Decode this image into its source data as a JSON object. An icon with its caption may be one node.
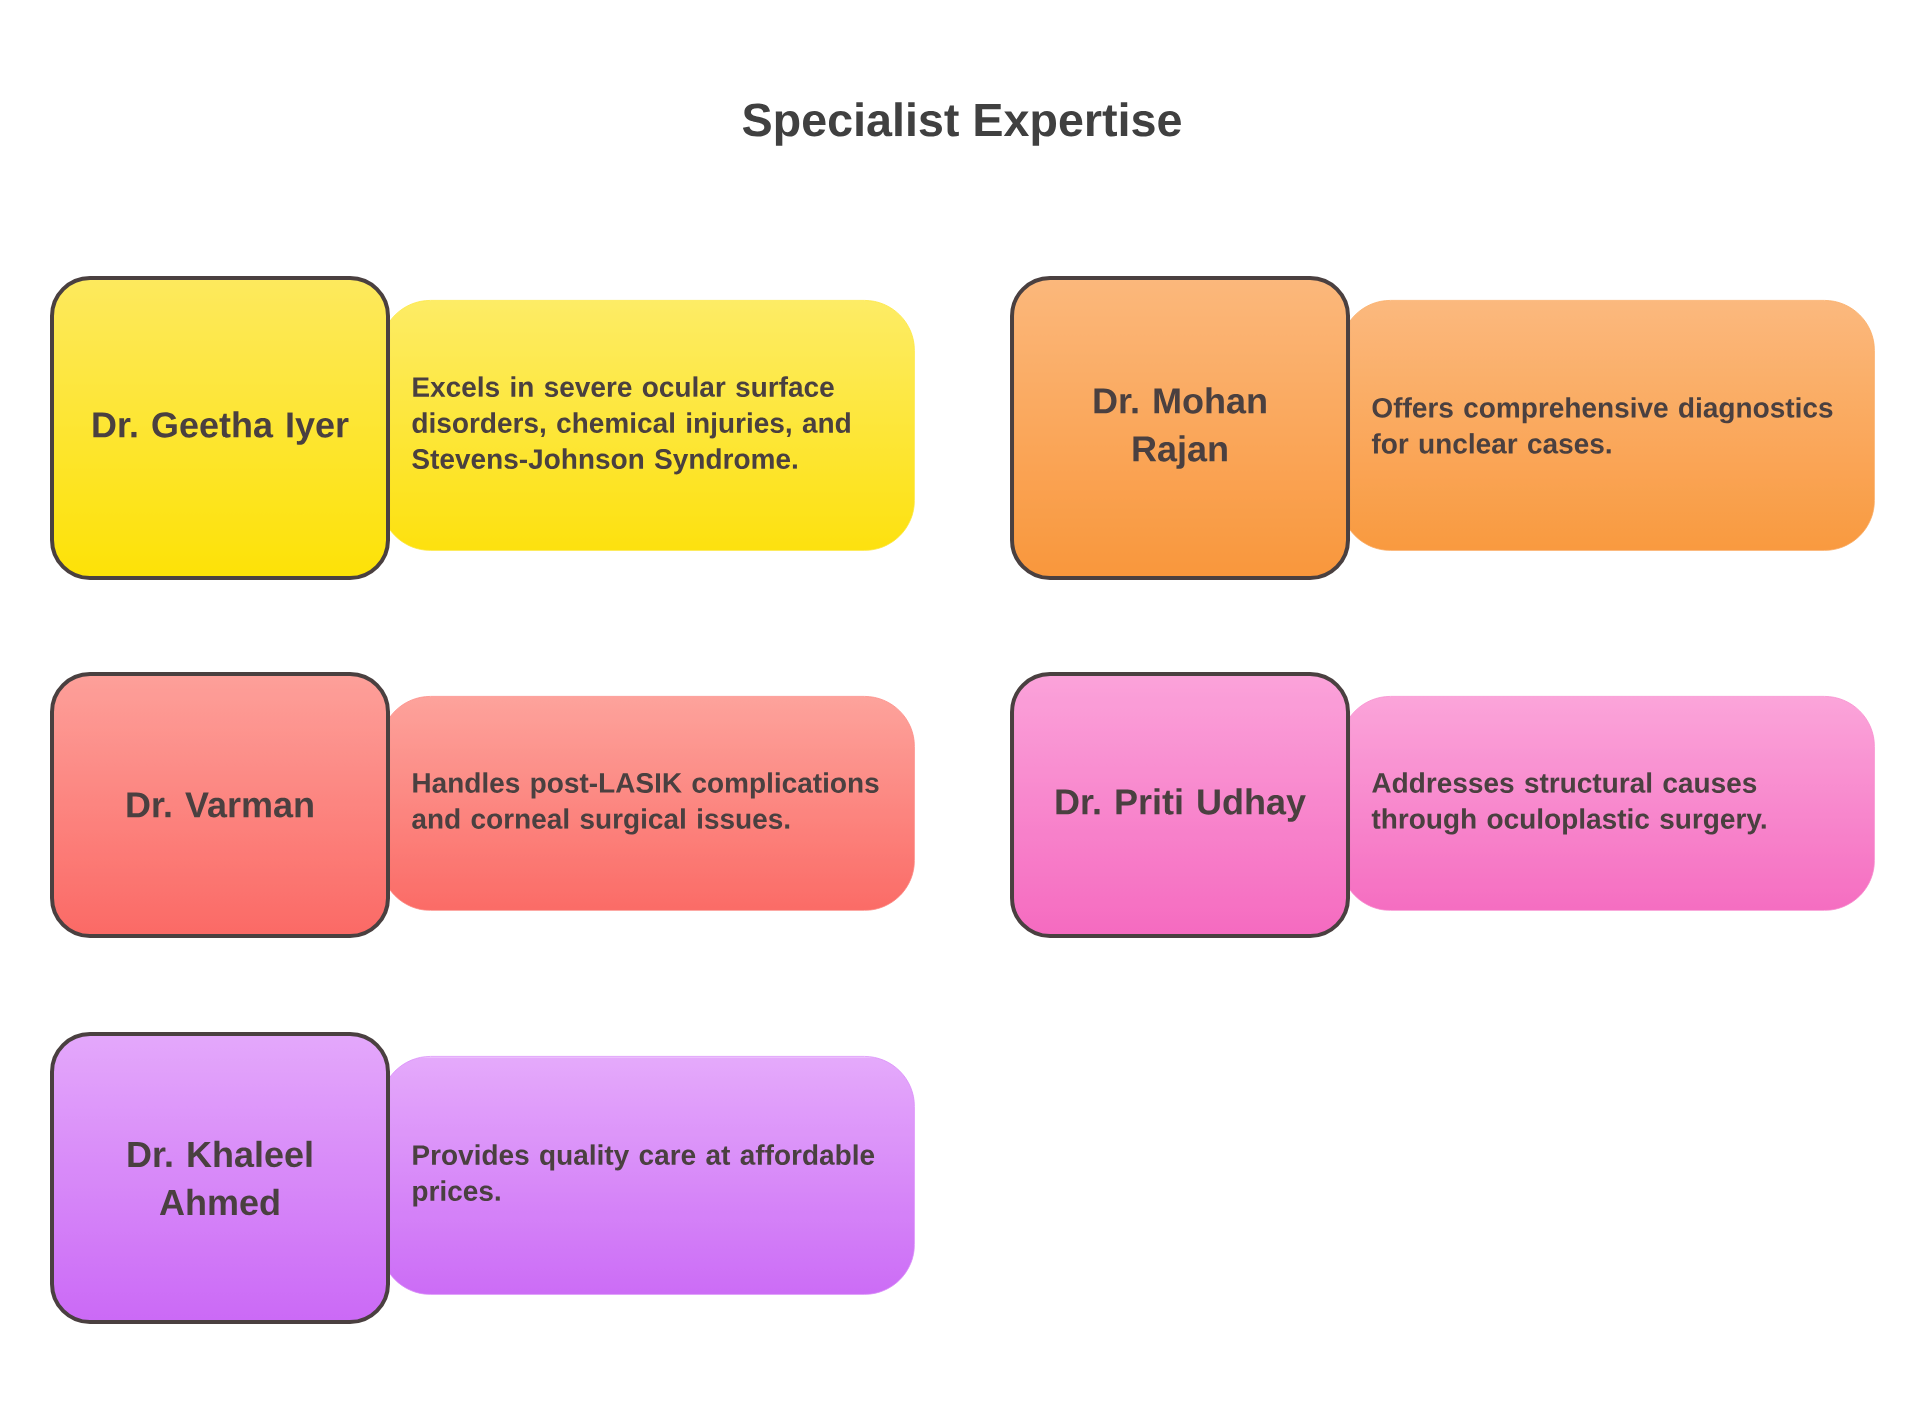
{
  "diagram": {
    "title": "Specialist Expertise",
    "nodes": [
      {
        "text": [
          "Dr. Geetha Iyer"
        ]
      },
      {
        "text": [
          "Excels in severe ocular surface disorders, chemical injuries, and Stevens-Johnson Syndrome."
        ]
      },
      {
        "text": [
          "Dr. Mohan Rajan"
        ]
      },
      {
        "text": [
          "Offers comprehensive diagnostics for unclear cases."
        ]
      },
      {
        "text": [
          "Dr. Varman"
        ]
      },
      {
        "text": [
          "Handles post-LASIK complications and corneal surgical issues."
        ]
      },
      {
        "text": [
          "Dr. Priti Udhay"
        ]
      },
      {
        "text": [
          "Addresses structural causes through oculoplastic surgery."
        ]
      },
      {
        "text": [
          "Dr. Khaleel Ahmed"
        ]
      },
      {
        "text": [
          "Provides quality care at affordable prices."
        ]
      }
    ]
  }
}
